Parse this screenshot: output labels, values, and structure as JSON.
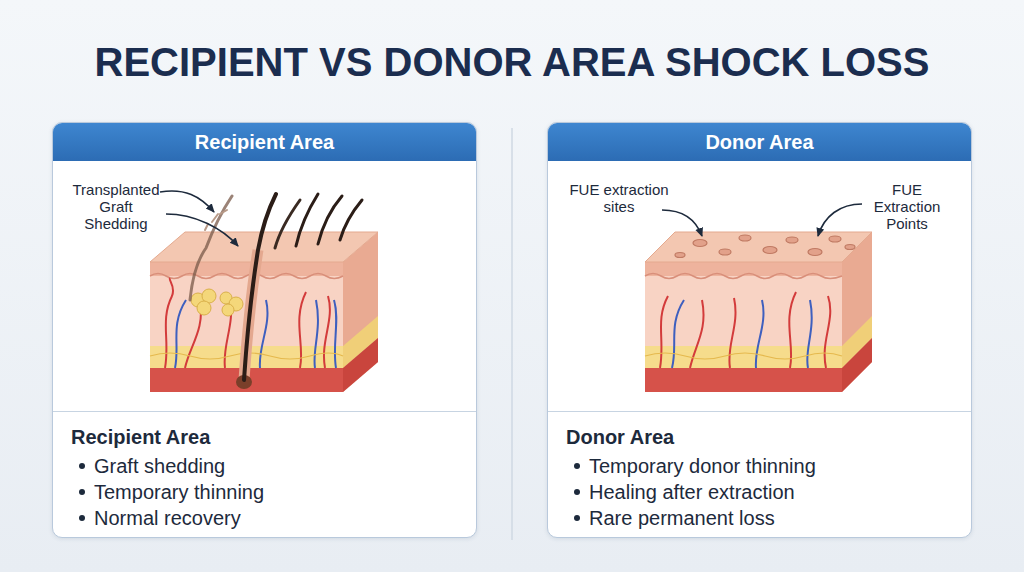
{
  "diagram": {
    "title": "RECIPIENT VS DONOR AREA SHOCK LOSS",
    "nodes": [
      {
        "text": [
          "Recipient Area"
        ]
      },
      {
        "text": [
          "Recipient Area",
          "Graft shedding",
          "Temporary thinning",
          "Normal recovery"
        ],
        "in": 0
      },
      {
        "text": [
          "Donor Area"
        ]
      },
      {
        "text": [
          "Donor Area",
          "Temporary donor thinning",
          "Healing after extraction",
          "Rare permanent loss"
        ],
        "in": 2
      }
    ],
    "labels": [
      "Transplanted Graft Shedding",
      "FUE extraction sites",
      "FUE Extraction Points"
    ]
  }
}
